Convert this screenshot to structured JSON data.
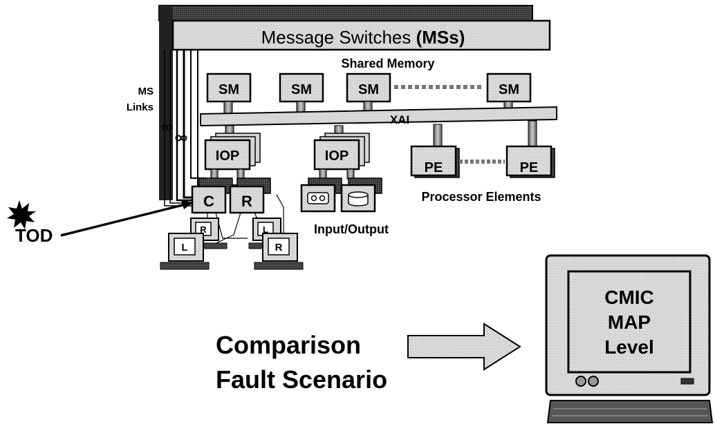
{
  "message_switches": {
    "label_plain": "Message Switches ",
    "label_bold": "(MSs)"
  },
  "shared_memory": {
    "title": "Shared Memory",
    "module_label": "SM"
  },
  "ms_links": {
    "line1": "MS",
    "line2": "Links"
  },
  "xai": {
    "label": "XAI"
  },
  "iop": {
    "label": "IOP"
  },
  "processor_elements": {
    "title": "Processor Elements",
    "module_label": "PE"
  },
  "controllers": {
    "c_label": "C",
    "r_label": "R"
  },
  "input_output": {
    "title": "Input/Output"
  },
  "terminals": {
    "l_label": "L",
    "r_label": "R"
  },
  "tod": {
    "label": "TOD"
  },
  "scenario": {
    "line1": "Comparison",
    "line2": "Fault Scenario"
  },
  "monitor": {
    "line1": "CMIC",
    "line2": "MAP",
    "line3": "Level"
  },
  "colors": {
    "panel_fill": "#d9d9d9",
    "dark_fill": "#3a3a3a",
    "stroke": "#000000",
    "background": "#ffffff"
  }
}
